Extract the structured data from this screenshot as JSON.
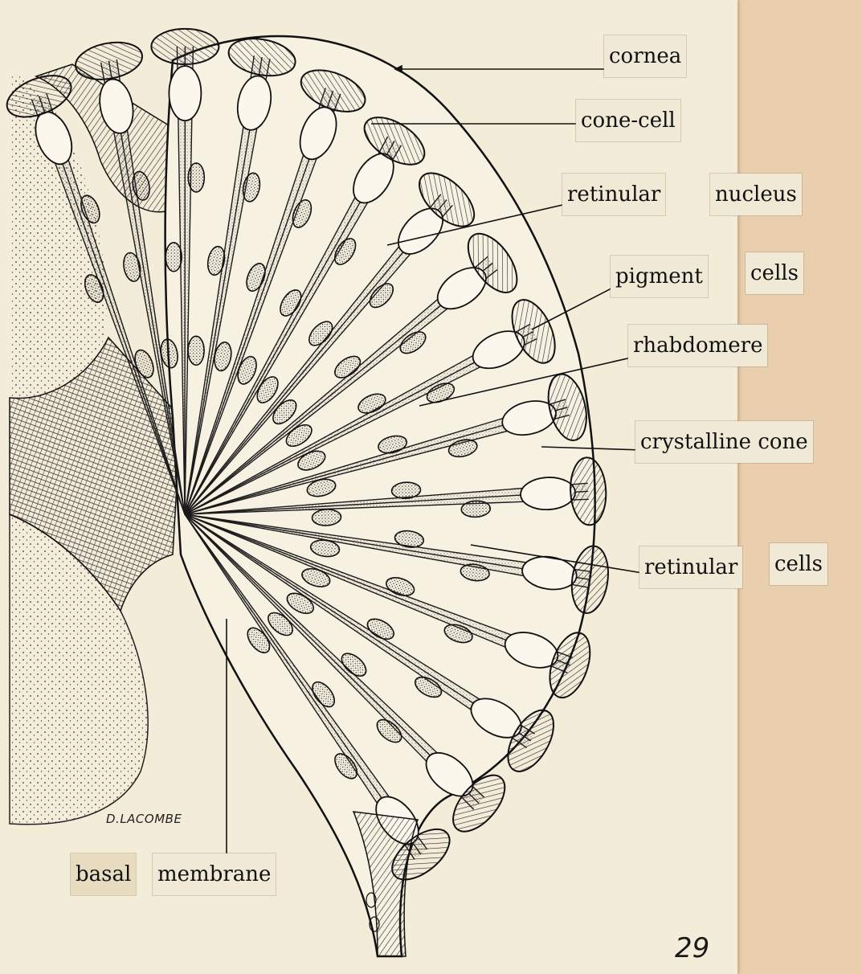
{
  "labels": {
    "cornea": "cornea",
    "cone_cell": "cone-cell",
    "retinular_nucleus_1": "retinular",
    "retinular_nucleus_2": "nucleus",
    "pigment_cells_1": "pigment",
    "pigment_cells_2": "cells",
    "rhabdomere": "rhabdomere",
    "crystalline_cone": "crystalline cone",
    "retinular_cells_1": "retinular",
    "retinular_cells_2": "cells",
    "basal_membrane_1": "basal",
    "basal_membrane_2": "membrane"
  },
  "signature": "D.LACOMBE",
  "page_number": "29",
  "colors": {
    "paper": "#f3ecd9",
    "board": "#e9cfae",
    "ink": "#111111",
    "label_paper": "#f0e9d6"
  }
}
